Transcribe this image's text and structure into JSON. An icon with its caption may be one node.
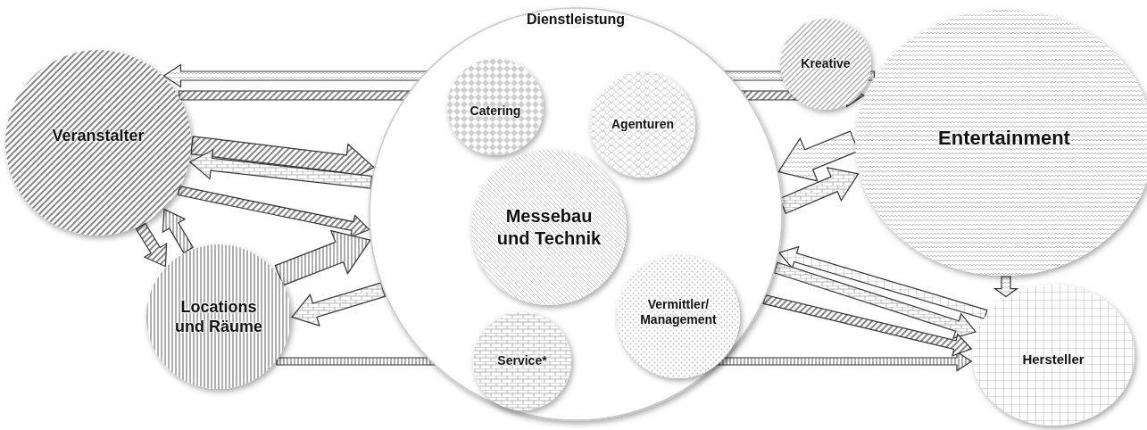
{
  "diagram": {
    "nodes": [
      {
        "text": [
          "Dienstleistung"
        ]
      },
      {
        "text": [
          "Catering"
        ],
        "in": 0
      },
      {
        "text": [
          "Agenturen"
        ],
        "in": 0
      },
      {
        "text": [
          "Messebau und Technik"
        ],
        "in": 0
      },
      {
        "text": [
          "Vermittler/ Management"
        ],
        "in": 0
      },
      {
        "text": [
          "Service*"
        ],
        "in": 0
      },
      {
        "text": [
          "Veranstalter"
        ]
      },
      {
        "text": [
          "Locations und Räume"
        ]
      },
      {
        "text": [
          "Kreative"
        ]
      },
      {
        "text": [
          "Entertainment"
        ]
      },
      {
        "text": [
          "Hersteller"
        ]
      }
    ],
    "edges": [
      {
        "from": 9,
        "to": 6,
        "arrow": "to"
      },
      {
        "from": 6,
        "to": 9,
        "arrow": "to"
      },
      {
        "from": 6,
        "to": 0,
        "arrow": "to"
      },
      {
        "from": 0,
        "to": 6,
        "arrow": "to"
      },
      {
        "from": 6,
        "to": 0,
        "arrow": "to"
      },
      {
        "from": 7,
        "to": 6,
        "arrow": "to"
      },
      {
        "from": 6,
        "to": 7,
        "arrow": "to"
      },
      {
        "from": 7,
        "to": 0,
        "arrow": "to"
      },
      {
        "from": 0,
        "to": 7,
        "arrow": "to"
      },
      {
        "from": 7,
        "to": 10,
        "arrow": "to"
      },
      {
        "from": 0,
        "to": 9,
        "arrow": "to"
      },
      {
        "from": 9,
        "to": 0,
        "arrow": "to"
      },
      {
        "from": 9,
        "to": 10,
        "arrow": "to"
      },
      {
        "from": 10,
        "to": 0,
        "arrow": "to"
      },
      {
        "from": 0,
        "to": 10,
        "arrow": "to"
      },
      {
        "from": 0,
        "to": 10,
        "arrow": "to"
      }
    ]
  }
}
